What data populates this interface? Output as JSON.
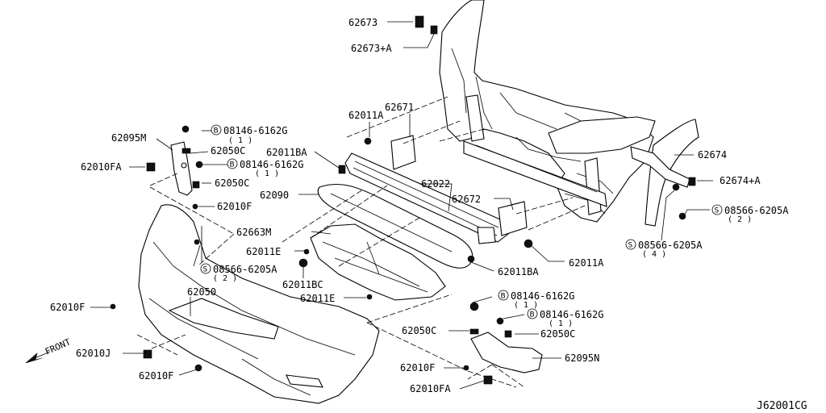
{
  "diagram_code": "J62001CG",
  "front_label": "FRONT",
  "callouts": {
    "c62673": "62673",
    "c62673a": "62673+A",
    "c62011a_top": "62011A",
    "c62671": "62671",
    "c62095m": "62095M",
    "c62050c_top": "62050C",
    "c62010fa_left": "62010FA",
    "c62050c_left2": "62050C",
    "c62011ba_top": "62011BA",
    "c62010f_top": "62010F",
    "c62090": "62090",
    "c62022": "62022",
    "c62672": "62672",
    "c62674": "62674",
    "c62674a": "62674+A",
    "c62663m": "62663M",
    "c62011e_top": "62011E",
    "c62011ba_bot": "62011BA",
    "c62011a_right": "62011A",
    "c62011bc": "62011BC",
    "c62011e_bot": "62011E",
    "c62050": "62050",
    "c62010f_left": "62010F",
    "c62050c_bot": "62050C",
    "c62050c_bot2": "62050C",
    "c62010f_bot": "62010F",
    "c62010f_bot2": "62010F",
    "c62095n": "62095N",
    "c62010j": "62010J",
    "c62010fa_bot": "62010FA"
  },
  "bolt_callouts": {
    "b_top_left": {
      "badge": "B",
      "part": "08146-6162G",
      "qty": "( 1 )"
    },
    "b_mid_left": {
      "badge": "B",
      "part": "08146-6162G",
      "qty": "( 1 )"
    },
    "b_bot_1": {
      "badge": "B",
      "part": "08146-6162G",
      "qty": "( 1 )"
    },
    "b_bot_2": {
      "badge": "B",
      "part": "08146-6162G",
      "qty": "( 1 )"
    }
  },
  "screw_callouts": {
    "s_left": {
      "badge": "S",
      "part": "08566-6205A",
      "qty": "( 2 )"
    },
    "s_right_top": {
      "badge": "S",
      "part": "08566-6205A",
      "qty": "( 2 )"
    },
    "s_right_bot": {
      "badge": "S",
      "part": "08566-6205A",
      "qty": "( 4 )"
    }
  }
}
